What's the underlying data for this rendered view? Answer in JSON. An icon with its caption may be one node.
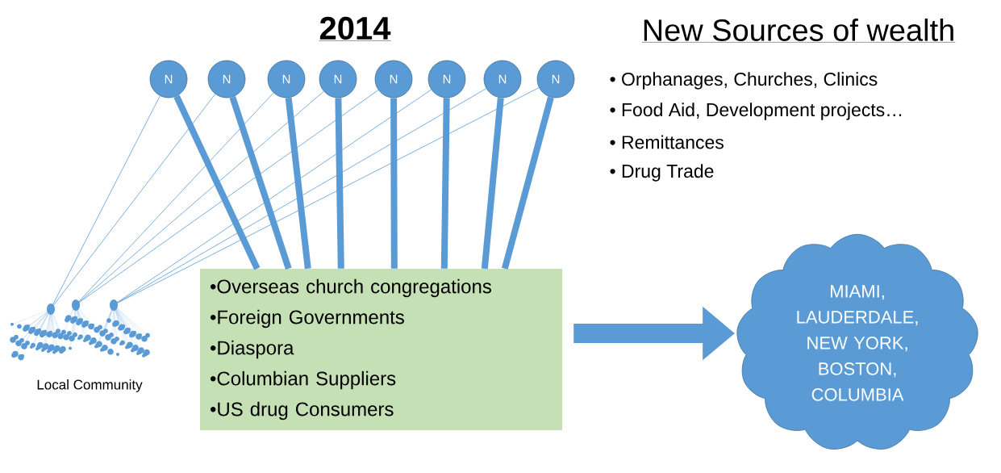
{
  "diagram": {
    "title": "2014",
    "nodes": [
      {
        "text": [
          "N"
        ]
      },
      {
        "text": [
          "N"
        ]
      },
      {
        "text": [
          "N"
        ]
      },
      {
        "text": [
          "N"
        ]
      },
      {
        "text": [
          "N"
        ]
      },
      {
        "text": [
          "N"
        ]
      },
      {
        "text": [
          "N"
        ]
      },
      {
        "text": [
          "N"
        ]
      },
      {
        "text": [],
        "shape": "picture",
        "beside": [
          "Local Community"
        ]
      },
      {
        "text": [
          "•Overseas church congregations",
          "•Foreign Governments",
          "•Diaspora",
          "•Columbian Suppliers",
          "•US drug Consumers"
        ]
      },
      {
        "text": [
          "MIAMI, LAUDERDALE, NEW YORK, BOSTON, COLUMBIA"
        ]
      }
    ],
    "edges": [
      {
        "from": 0,
        "to": 8,
        "arrow": "none"
      },
      {
        "from": 1,
        "to": 8,
        "arrow": "none"
      },
      {
        "from": 2,
        "to": 8,
        "arrow": "none"
      },
      {
        "from": 3,
        "to": 8,
        "arrow": "none"
      },
      {
        "from": 4,
        "to": 8,
        "arrow": "none"
      },
      {
        "from": 5,
        "to": 8,
        "arrow": "none"
      },
      {
        "from": 6,
        "to": 8,
        "arrow": "none"
      },
      {
        "from": 7,
        "to": 8,
        "arrow": "none"
      },
      {
        "from": 0,
        "to": 9,
        "arrow": "none"
      },
      {
        "from": 1,
        "to": 9,
        "arrow": "none"
      },
      {
        "from": 2,
        "to": 9,
        "arrow": "none"
      },
      {
        "from": 3,
        "to": 9,
        "arrow": "none"
      },
      {
        "from": 4,
        "to": 9,
        "arrow": "none"
      },
      {
        "from": 5,
        "to": 9,
        "arrow": "none"
      },
      {
        "from": 6,
        "to": 9,
        "arrow": "none"
      },
      {
        "from": 7,
        "to": 9,
        "arrow": "none"
      },
      {
        "from": 9,
        "to": 10,
        "arrow": "to",
        "style": "thick"
      }
    ],
    "labels": [
      "New Sources of wealth",
      "•  Orphanages, Churches, Clinics",
      "•  Food Aid, Development projects…",
      "•  Remittances",
      "•  Drug Trade"
    ]
  }
}
